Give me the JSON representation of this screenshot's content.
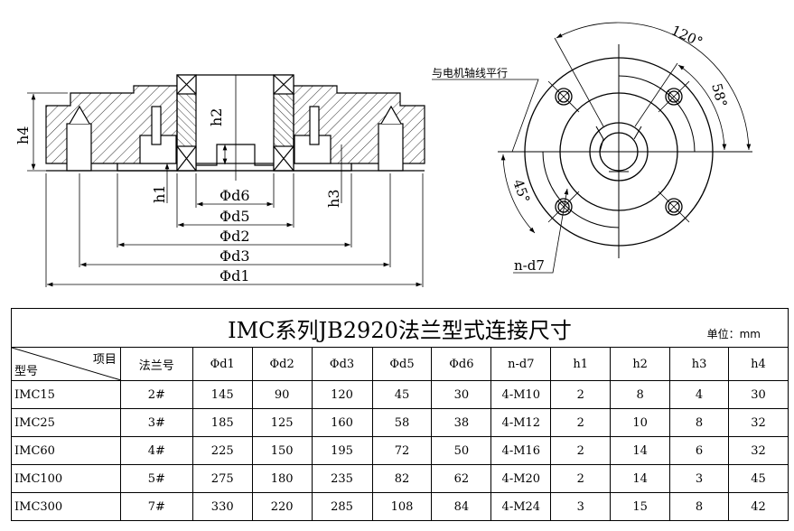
{
  "drawing": {
    "section_labels": {
      "h4": "h4",
      "h2": "h2",
      "h1": "h1",
      "h3": "h3",
      "d6": "Φd6",
      "d5": "Φd5",
      "d2": "Φd2",
      "d3": "Φd3",
      "d1": "Φd1"
    },
    "end_view_labels": {
      "angle_120": "120°",
      "angle_58": "58°",
      "angle_45": "45°",
      "parallel_note": "与电机轴线平行",
      "hole_note": "n-d7"
    }
  },
  "table": {
    "title": "IMC系列JB2920法兰型式连接尺寸",
    "unit": "单位：mm",
    "corner_top": "项目",
    "corner_bottom": "型号",
    "headers": [
      "法兰号",
      "Φd1",
      "Φd2",
      "Φd3",
      "Φd5",
      "Φd6",
      "n-d7",
      "h1",
      "h2",
      "h3",
      "h4"
    ],
    "rows": [
      [
        "IMC15",
        "2#",
        "145",
        "90",
        "120",
        "45",
        "30",
        "4-M10",
        "2",
        "8",
        "4",
        "30"
      ],
      [
        "IMC25",
        "3#",
        "185",
        "125",
        "160",
        "58",
        "38",
        "4-M12",
        "2",
        "10",
        "8",
        "32"
      ],
      [
        "IMC60",
        "4#",
        "225",
        "150",
        "195",
        "72",
        "50",
        "4-M16",
        "2",
        "14",
        "6",
        "32"
      ],
      [
        "IMC100",
        "5#",
        "275",
        "180",
        "235",
        "82",
        "62",
        "4-M20",
        "2",
        "14",
        "3",
        "45"
      ],
      [
        "IMC300",
        "7#",
        "330",
        "220",
        "285",
        "108",
        "84",
        "4-M24",
        "3",
        "15",
        "8",
        "42"
      ]
    ]
  }
}
